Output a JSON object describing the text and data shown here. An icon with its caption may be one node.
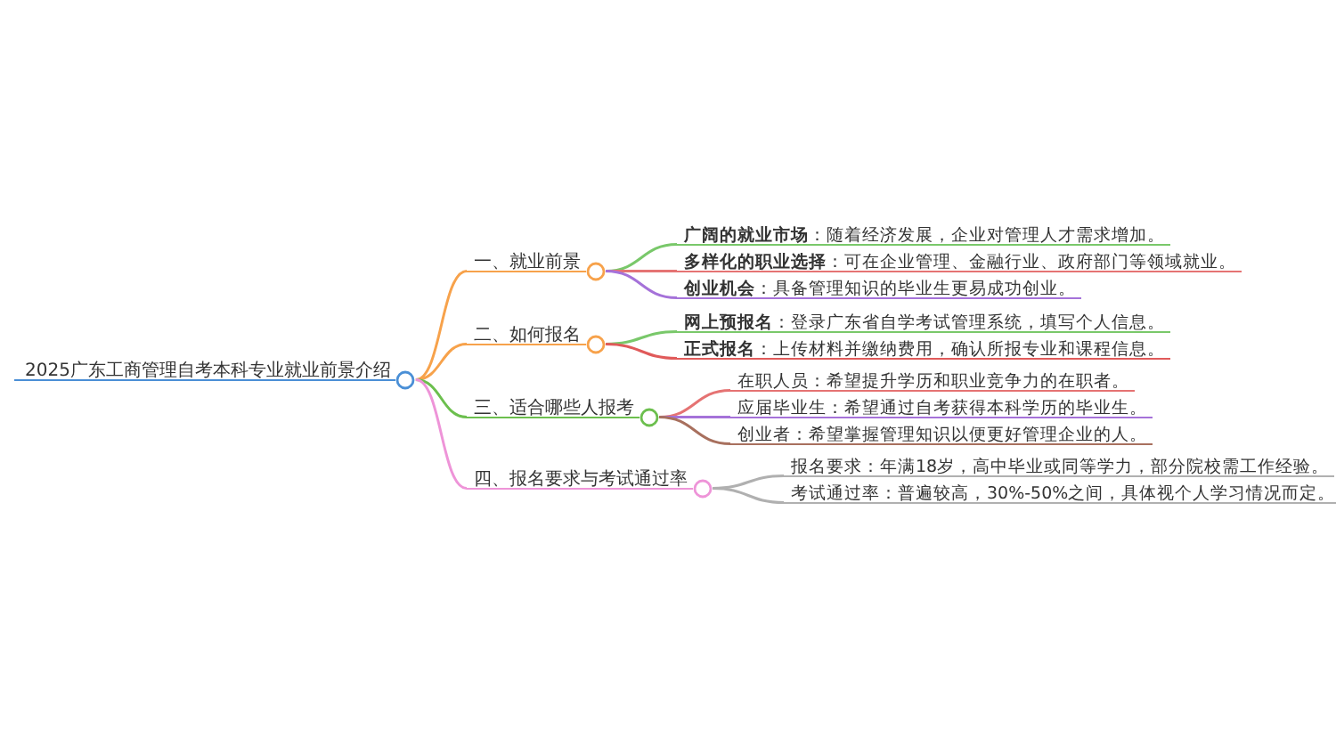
{
  "diagram": {
    "nodes": [
      {
        "text": [
          "2025广东工商管理自考本科专业就业前景介绍"
        ]
      },
      {
        "text": [
          "一、就业前景"
        ]
      },
      {
        "text": [
          "二、如何报名"
        ]
      },
      {
        "text": [
          "三、适合哪些人报考"
        ]
      },
      {
        "text": [
          "四、报名要求与考试通过率"
        ]
      },
      {
        "text": [
          "**广阔的就业市场**：随着经济发展，企业对管理人才需求增加。"
        ]
      },
      {
        "text": [
          "**多样化的职业选择**：可在企业管理、金融行业、政府部门等领域就业。"
        ]
      },
      {
        "text": [
          "**创业机会**：具备管理知识的毕业生更易成功创业。"
        ]
      },
      {
        "text": [
          "**网上预报名**：登录广东省自学考试管理系统，填写个人信息。"
        ]
      },
      {
        "text": [
          "**正式报名**：上传材料并缴纳费用，确认所报专业和课程信息。"
        ]
      },
      {
        "text": [
          "在职人员：希望提升学历和职业竞争力的在职者。"
        ]
      },
      {
        "text": [
          "应届毕业生：希望通过自考获得本科学历的毕业生。"
        ]
      },
      {
        "text": [
          "创业者：希望掌握管理知识以便更好管理企业的人。"
        ]
      },
      {
        "text": [
          "报名要求：年满18岁，高中毕业或同等学力，部分院校需工作经验。"
        ]
      },
      {
        "text": [
          "考试通过率：普遍较高，30%-50%之间，具体视个人学习情况而定。"
        ]
      }
    ],
    "edges": [
      {
        "from": 0,
        "to": 1,
        "arrow": "none",
        "color": "#f7a24b"
      },
      {
        "from": 0,
        "to": 2,
        "arrow": "none",
        "color": "#f7a24b"
      },
      {
        "from": 0,
        "to": 3,
        "arrow": "none",
        "color": "#6cbf4e"
      },
      {
        "from": 0,
        "to": 4,
        "arrow": "none",
        "color": "#ee94d8"
      },
      {
        "from": 1,
        "to": 5,
        "arrow": "none",
        "color": "#79c86a"
      },
      {
        "from": 1,
        "to": 6,
        "arrow": "none",
        "color": "#e57373"
      },
      {
        "from": 1,
        "to": 7,
        "arrow": "none",
        "color": "#a572d9"
      },
      {
        "from": 2,
        "to": 8,
        "arrow": "none",
        "color": "#79c86a"
      },
      {
        "from": 2,
        "to": 9,
        "arrow": "none",
        "color": "#e05a5a"
      },
      {
        "from": 3,
        "to": 10,
        "arrow": "none",
        "color": "#e57373"
      },
      {
        "from": 3,
        "to": 11,
        "arrow": "none",
        "color": "#a572d9"
      },
      {
        "from": 3,
        "to": 12,
        "arrow": "none",
        "color": "#a8705e"
      },
      {
        "from": 4,
        "to": 13,
        "arrow": "none",
        "color": "#b0b0b0"
      },
      {
        "from": 4,
        "to": 14,
        "arrow": "none",
        "color": "#b0b0b0"
      }
    ]
  }
}
